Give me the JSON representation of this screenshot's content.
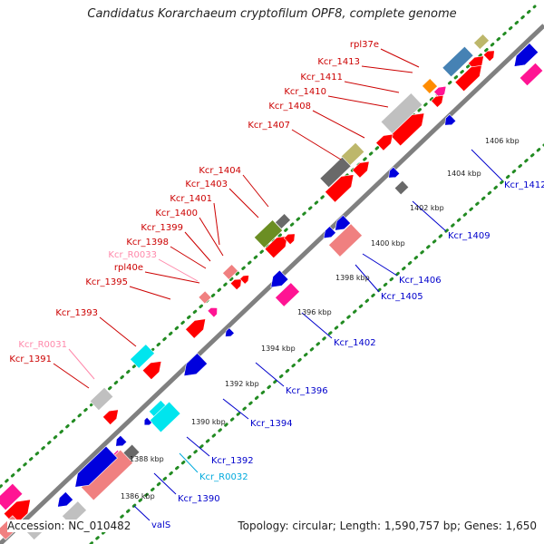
{
  "title": "Candidatus Korarchaeum cryptofilum OPF8, complete genome",
  "footer": {
    "accession": "Accession: NC_010482",
    "topology": "Topology: circular; Length: 1,590,757 bp; Genes: 1,650"
  },
  "colors": {
    "red": "#ff0000",
    "blue": "#0000dd",
    "pink": "#ff1493",
    "cyan": "#00e5ee",
    "lightpink": "#f08080",
    "gray": "#696969",
    "silver": "#c0c0c0",
    "olive": "#6b8e23",
    "khaki": "#bdb76b",
    "steelblue": "#4682b4",
    "orange": "#ff8c00",
    "green": "#228b22",
    "backbone": "#808080"
  },
  "kbp_labels": [
    "1386 kbp",
    "1388 kbp",
    "1390 kbp",
    "1392 kbp",
    "1394 kbp",
    "1396 kbp",
    "1398 kbp",
    "1400 kbp",
    "1402 kbp",
    "1404 kbp",
    "1406 kbp"
  ],
  "forward_labels": [
    {
      "text": "rpl37e",
      "color": "#cc0000"
    },
    {
      "text": "Kcr_1413",
      "color": "#cc0000"
    },
    {
      "text": "Kcr_1411",
      "color": "#cc0000"
    },
    {
      "text": "Kcr_1410",
      "color": "#cc0000"
    },
    {
      "text": "Kcr_1408",
      "color": "#cc0000"
    },
    {
      "text": "Kcr_1407",
      "color": "#cc0000"
    },
    {
      "text": "Kcr_1404",
      "color": "#cc0000"
    },
    {
      "text": "Kcr_1403",
      "color": "#cc0000"
    },
    {
      "text": "Kcr_1401",
      "color": "#cc0000"
    },
    {
      "text": "Kcr_1400",
      "color": "#cc0000"
    },
    {
      "text": "Kcr_1399",
      "color": "#cc0000"
    },
    {
      "text": "Kcr_1398",
      "color": "#cc0000"
    },
    {
      "text": "Kcr_R0033",
      "color": "#ff88aa"
    },
    {
      "text": "rpl40e",
      "color": "#cc0000"
    },
    {
      "text": "Kcr_1395",
      "color": "#cc0000"
    },
    {
      "text": "Kcr_1393",
      "color": "#cc0000"
    },
    {
      "text": "Kcr_R0031",
      "color": "#ff88aa"
    },
    {
      "text": "Kcr_1391",
      "color": "#cc0000"
    }
  ],
  "reverse_labels": [
    {
      "text": "Kcr_1412",
      "color": "#0000cc"
    },
    {
      "text": "Kcr_1409",
      "color": "#0000cc"
    },
    {
      "text": "Kcr_1406",
      "color": "#0000cc"
    },
    {
      "text": "Kcr_1405",
      "color": "#0000cc"
    },
    {
      "text": "Kcr_1402",
      "color": "#0000cc"
    },
    {
      "text": "Kcr_1396",
      "color": "#0000cc"
    },
    {
      "text": "Kcr_1394",
      "color": "#0000cc"
    },
    {
      "text": "Kcr_1392",
      "color": "#0000cc"
    },
    {
      "text": "Kcr_R0032",
      "color": "#00aadd"
    },
    {
      "text": "Kcr_1390",
      "color": "#0000cc"
    },
    {
      "text": "valS",
      "color": "#0000cc"
    }
  ]
}
